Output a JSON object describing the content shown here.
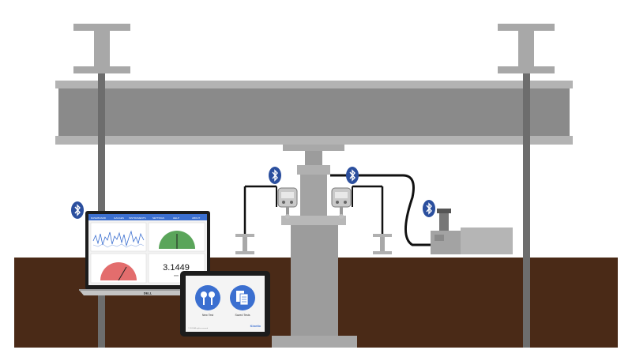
{
  "laptop": {
    "nav_tabs": [
      "DASHBOARD",
      "GAUGES",
      "INSTRUMENTS",
      "SETTINGS",
      "HELP",
      "ABOUT"
    ],
    "gauge_reading": "3.1449",
    "gauge_unit": "mm",
    "brand": "DELL"
  },
  "tablet": {
    "button_new_test": "New Test",
    "button_saved_tests": "Saved Tests",
    "brand_logo": "Kinetix",
    "footer_note": "© 2019 All rights reserved"
  },
  "icons": [
    "bluetooth-icon",
    "bluetooth-icon",
    "bluetooth-icon",
    "bluetooth-icon",
    "dial-indicator-icon",
    "clipboard-icon"
  ],
  "colors": {
    "steel": "#9d9d9d",
    "steel_dark": "#7c7c7c",
    "soil": "#4a2a17",
    "bluetooth": "#2b4f9e",
    "ui_blue": "#3b6fd0"
  }
}
